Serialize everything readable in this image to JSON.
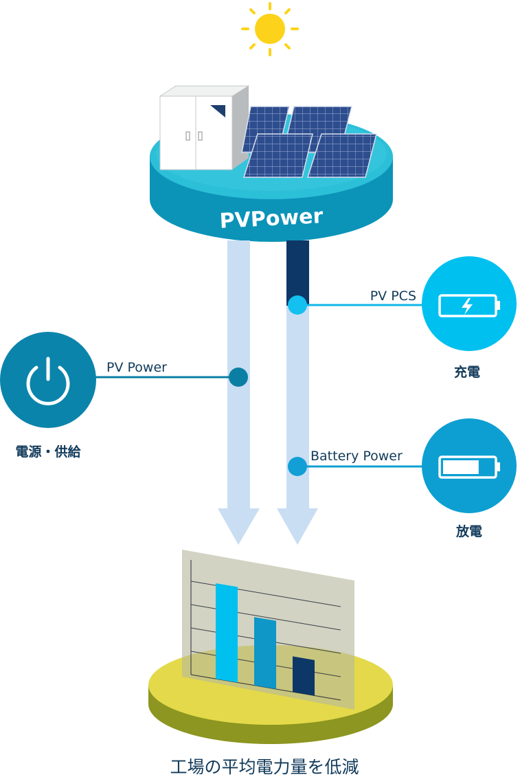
{
  "platform": {
    "label": "PVPower"
  },
  "left_node": {
    "line_label": "PV Power",
    "caption": "電源・供給",
    "icon": "power-icon"
  },
  "charge_node": {
    "line_label": "PV PCS",
    "caption": "充電",
    "icon": "battery-charging-icon"
  },
  "discharge_node": {
    "line_label": "Battery Power",
    "caption": "放電",
    "icon": "battery-full-icon",
    "battery_level": 0.72
  },
  "bottom": {
    "caption": "工場の平均電力量を低減"
  },
  "colors": {
    "teal": "#0a92b8",
    "dark_teal": "#0b7fa3",
    "cyan": "#00c0f0",
    "light_blue": "#c9def3",
    "navy": "#0d3766",
    "yellow": "#e4d94a",
    "olive": "#8c9620",
    "sun": "#fcd31a"
  },
  "chart_data": {
    "type": "bar",
    "categories": [
      "",
      "",
      ""
    ],
    "values": [
      3.5,
      2.5,
      1.3
    ],
    "colors": [
      "#00c0f0",
      "#0e97c7",
      "#0d3766"
    ],
    "title": "",
    "xlabel": "",
    "ylabel": "",
    "ylim": [
      0,
      4.2
    ],
    "grid": true
  }
}
